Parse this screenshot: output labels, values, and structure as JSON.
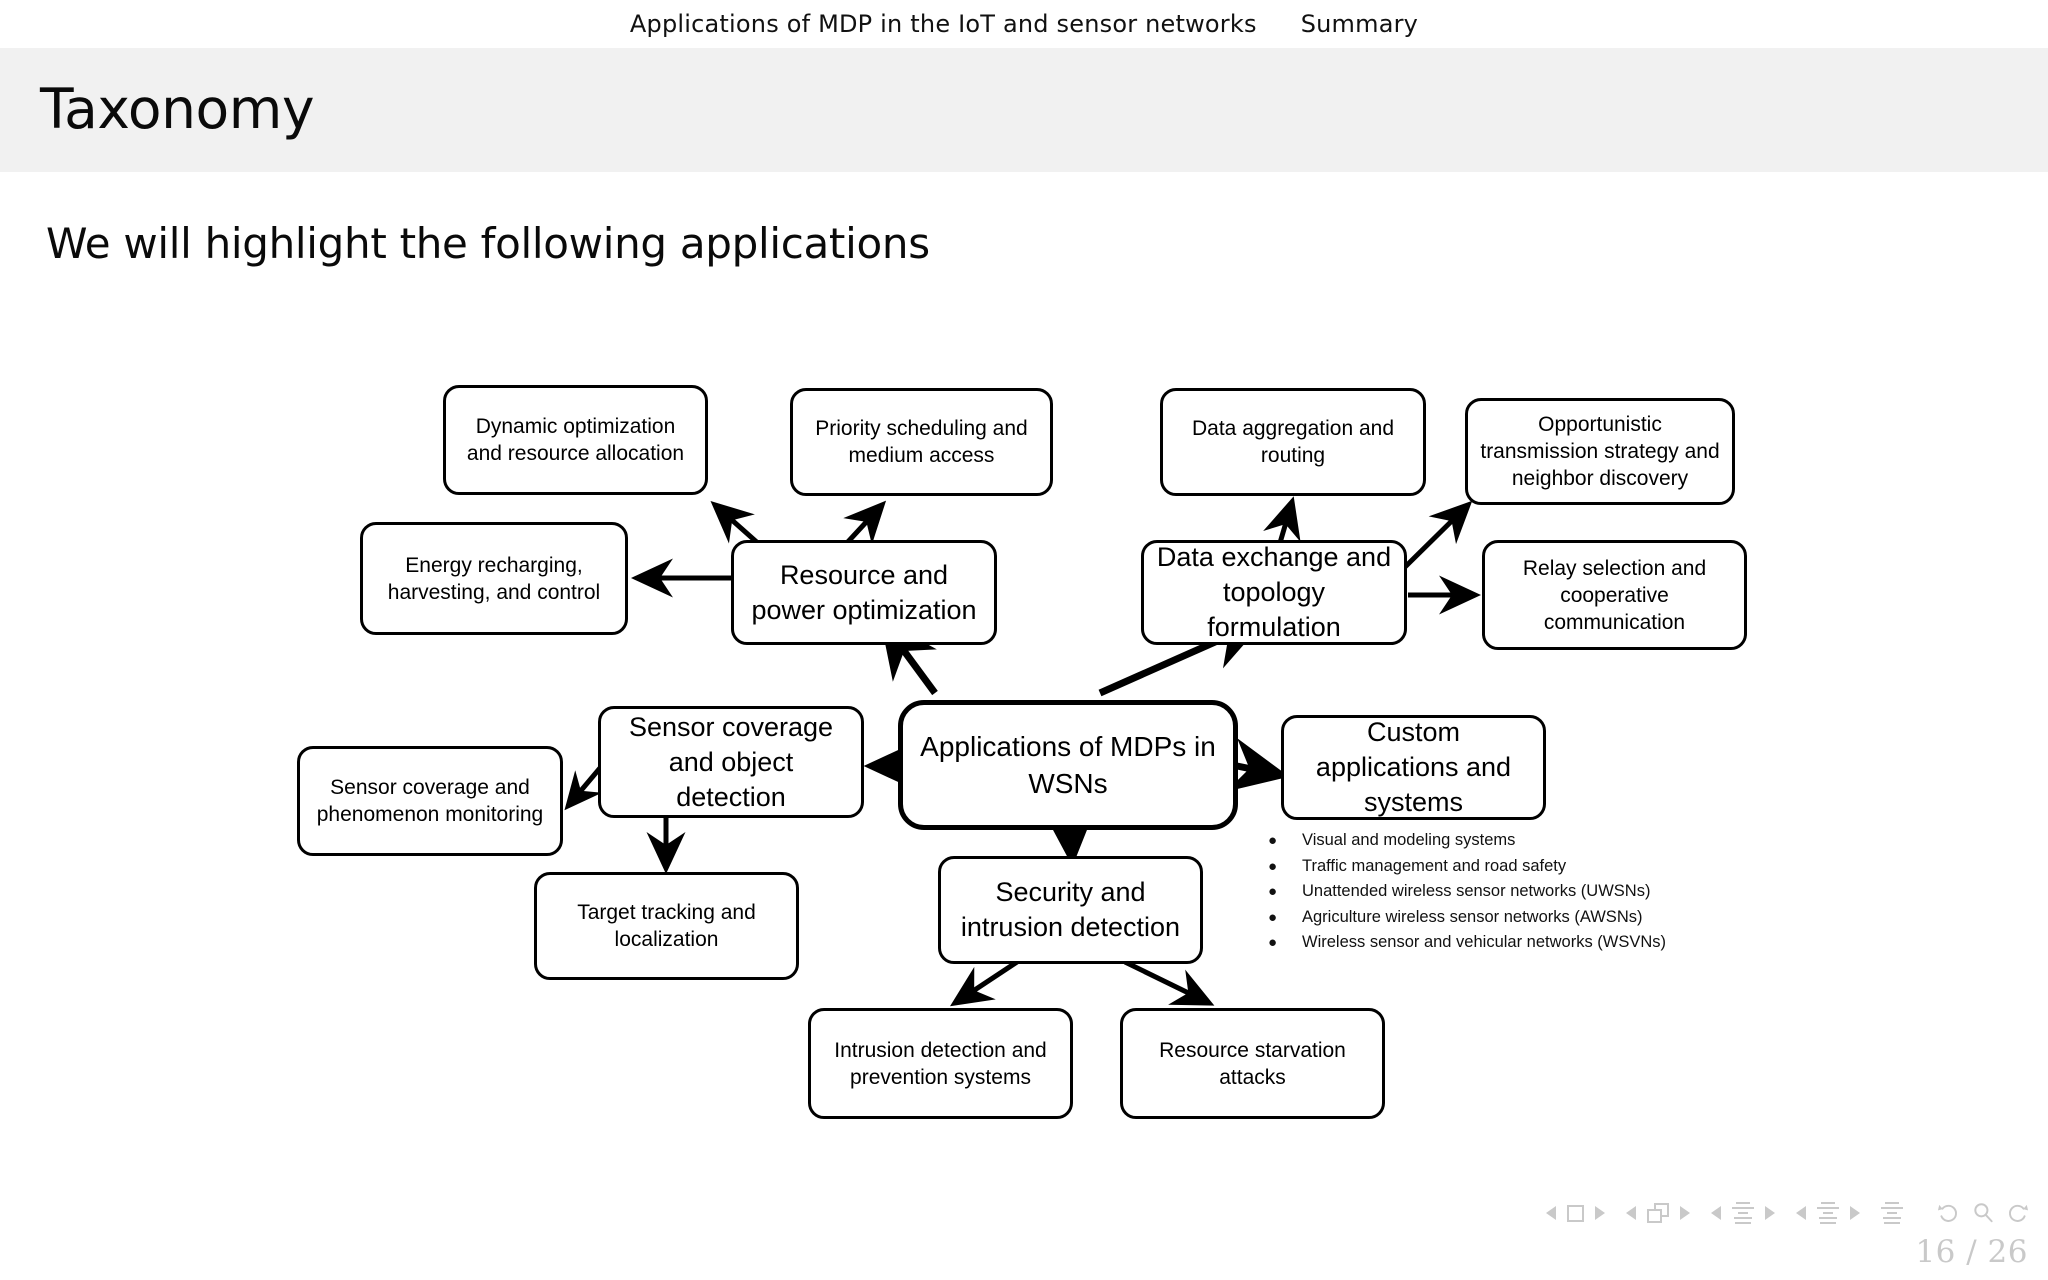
{
  "header": {
    "crumbs": [
      "Applications of MDP in the IoT and sensor networks",
      "Summary"
    ]
  },
  "slide": {
    "title": "Taxonomy",
    "lead": "We will highlight the following applications"
  },
  "diagram": {
    "type": "tree-diagram",
    "root": "Applications of MDPs in WSNs",
    "nodes": [
      {
        "id": "dynamic-optimization",
        "label": "Dynamic optimization and resource allocation"
      },
      {
        "id": "priority-scheduling",
        "label": "Priority scheduling and medium access"
      },
      {
        "id": "data-aggregation",
        "label": "Data aggregation and routing"
      },
      {
        "id": "opportunistic-transmission",
        "label": "Opportunistic transmission strategy and neighbor discovery"
      },
      {
        "id": "energy-recharging",
        "label": "Energy recharging, harvesting, and control"
      },
      {
        "id": "resource-power",
        "label": "Resource and power optimization"
      },
      {
        "id": "data-exchange",
        "label": "Data exchange and topology formulation"
      },
      {
        "id": "relay-selection",
        "label": "Relay selection and cooperative communication"
      },
      {
        "id": "sensor-phenomenon",
        "label": "Sensor coverage and phenomenon monitoring"
      },
      {
        "id": "sensor-object",
        "label": "Sensor coverage and object detection"
      },
      {
        "id": "hub",
        "label": "Applications of MDPs in WSNs"
      },
      {
        "id": "custom-applications",
        "label": "Custom applications and systems"
      },
      {
        "id": "target-tracking",
        "label": "Target tracking and localization"
      },
      {
        "id": "security-intrusion",
        "label": "Security and intrusion detection"
      },
      {
        "id": "intrusion-prevention",
        "label": "Intrusion detection and prevention systems"
      },
      {
        "id": "resource-starvation",
        "label": "Resource starvation attacks"
      }
    ],
    "edges": [
      {
        "from": "hub",
        "to": "resource-power"
      },
      {
        "from": "hub",
        "to": "data-exchange"
      },
      {
        "from": "hub",
        "to": "sensor-object"
      },
      {
        "from": "hub",
        "to": "custom-applications"
      },
      {
        "from": "hub",
        "to": "security-intrusion"
      },
      {
        "from": "resource-power",
        "to": "dynamic-optimization"
      },
      {
        "from": "resource-power",
        "to": "priority-scheduling"
      },
      {
        "from": "resource-power",
        "to": "energy-recharging"
      },
      {
        "from": "data-exchange",
        "to": "data-aggregation"
      },
      {
        "from": "data-exchange",
        "to": "opportunistic-transmission"
      },
      {
        "from": "data-exchange",
        "to": "relay-selection"
      },
      {
        "from": "sensor-object",
        "to": "sensor-phenomenon"
      },
      {
        "from": "sensor-object",
        "to": "target-tracking"
      },
      {
        "from": "security-intrusion",
        "to": "intrusion-prevention"
      },
      {
        "from": "security-intrusion",
        "to": "resource-starvation"
      }
    ],
    "custom_application_bullets": [
      "Visual and modeling systems",
      "Traffic management and road safety",
      "Unattended wireless sensor networks (UWSNs)",
      "Agriculture wireless sensor networks (AWSNs)",
      "Wireless sensor and vehicular networks (WSVNs)"
    ]
  },
  "footer": {
    "page": "16 / 26",
    "icons": [
      "prev-frame-icon",
      "frame-icon",
      "next-frame-icon",
      "prev-subsection-icon",
      "subsection-icon",
      "next-subsection-icon",
      "prev-section-icon",
      "section-icon",
      "next-section-icon",
      "prev-part-icon",
      "part-icon",
      "next-part-icon",
      "document-icon",
      "back-icon",
      "search-icon",
      "forward-icon"
    ]
  },
  "colors": {
    "title_band": "#f1f1f1",
    "nav_dim": "#c9c9c9",
    "ink": "#000000",
    "page_background": "#ffffff"
  }
}
